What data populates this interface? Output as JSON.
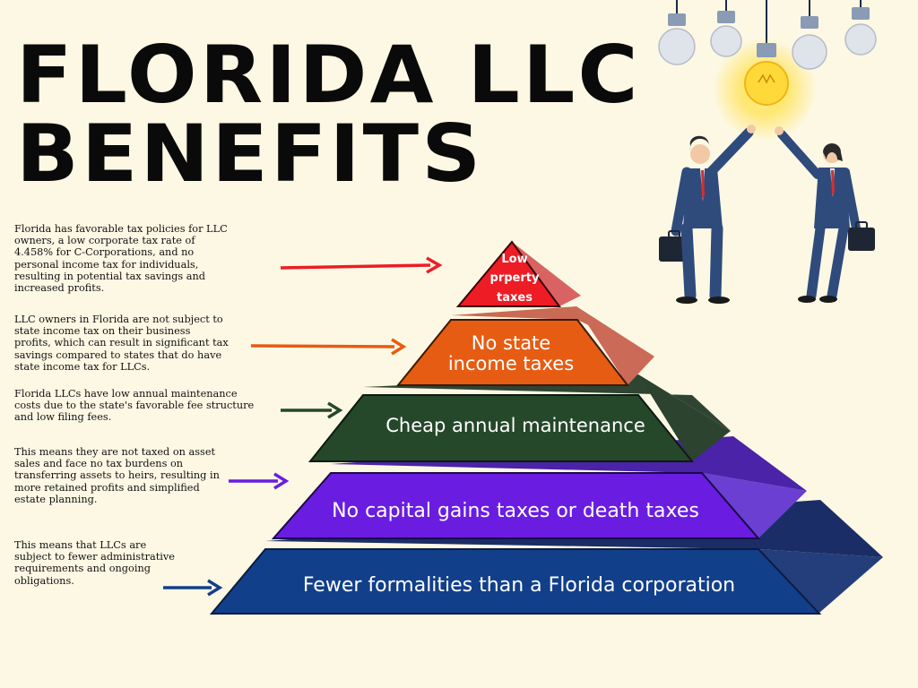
{
  "title": {
    "line1": "FLORIDA LLC",
    "line2": "BENEFITS"
  },
  "descriptions": [
    "Florida has favorable tax policies for LLC owners, a low corporate tax rate of 4.458% for C-Corporations, and no personal income tax for individuals, resulting in potential tax savings and increased profits.",
    "LLC owners in Florida are not subject to state income tax on their business profits, which can result in significant tax savings compared to states that do have state income tax for LLCs.",
    "Florida LLCs have low annual maintenance costs due to the state's favorable fee structure and low filing fees.",
    "This means they are not taxed on asset sales and face no tax burdens on transferring assets to heirs, resulting in more retained profits and simplified estate planning.",
    "This means that LLCs are subject to fewer administrative requirements and ongoing obligations."
  ],
  "pyramid": {
    "tier1": {
      "l1": "Low",
      "l2": "prperty",
      "l3": "taxes",
      "color": "#ee1c25"
    },
    "tier2": {
      "l1": "No state",
      "l2": "income taxes",
      "color": "#e65c12"
    },
    "tier3": {
      "label": "Cheap annual maintenance",
      "color": "#25482a"
    },
    "tier4": {
      "label": "No capital gains taxes or death taxes",
      "color": "#6a1de0"
    },
    "tier5": {
      "label": "Fewer formalities than a Florida corporation",
      "color": "#123f8a"
    }
  },
  "arrow_colors": [
    "#ee1c25",
    "#e65c12",
    "#25482a",
    "#6a1de0",
    "#123f8a"
  ],
  "illustration": {
    "icons": [
      "light-bulb-icon",
      "businessman-icon",
      "businesswoman-icon",
      "briefcase-icon"
    ]
  }
}
